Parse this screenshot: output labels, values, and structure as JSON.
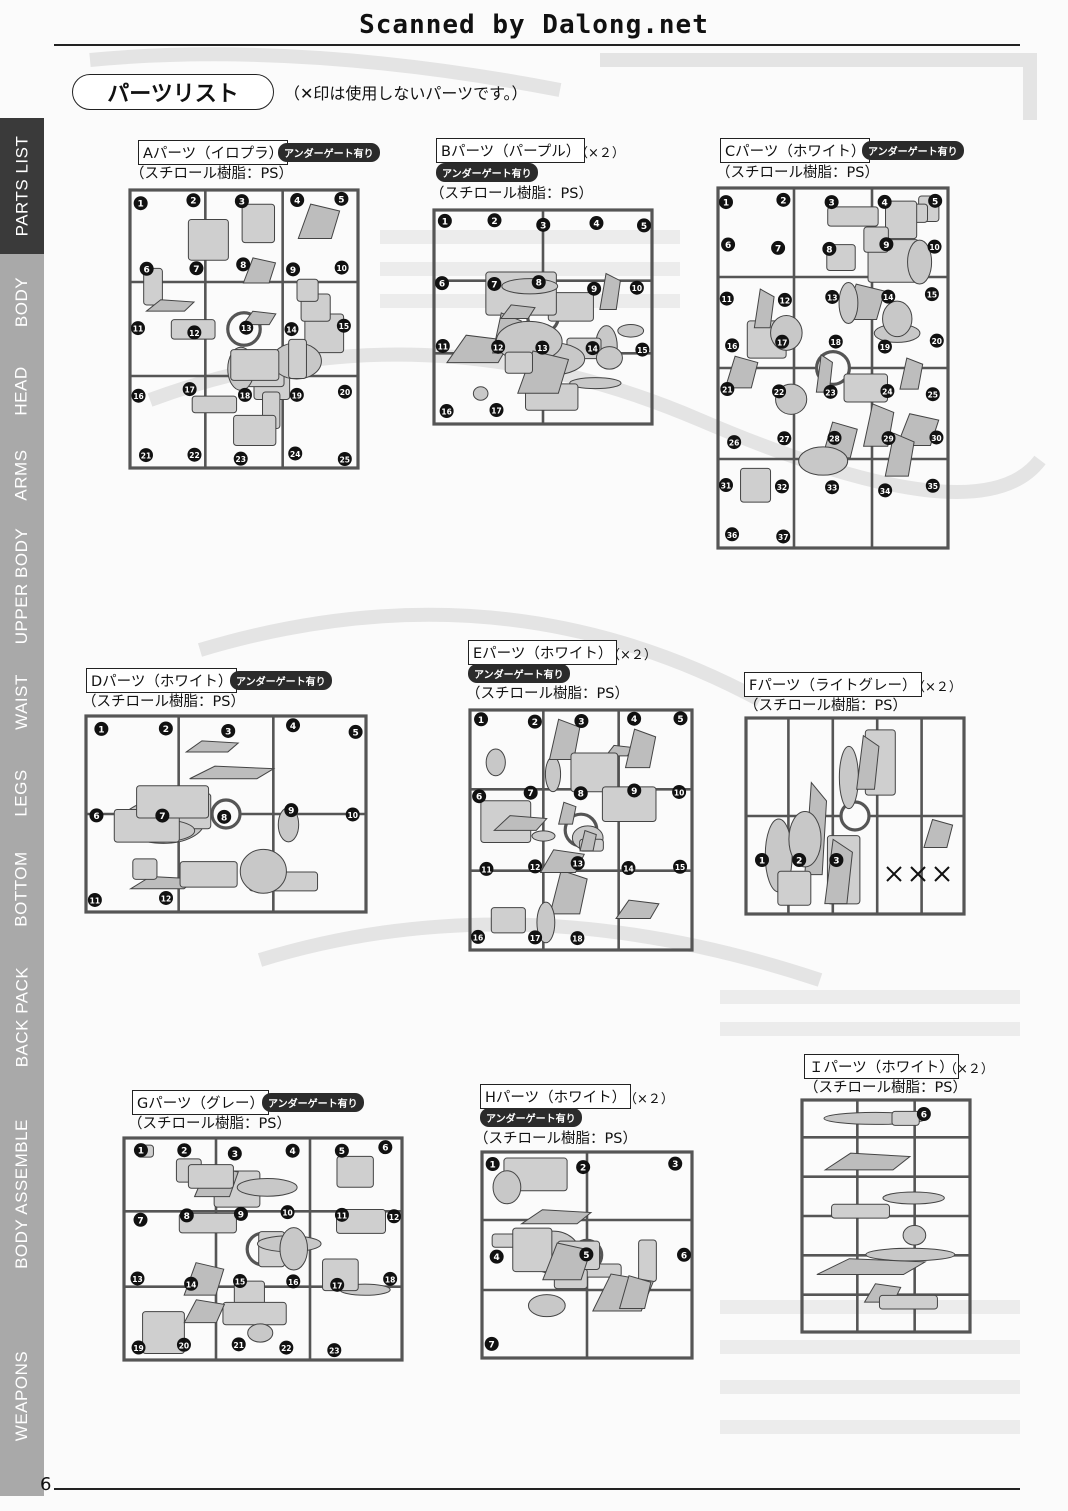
{
  "scan_credit": "Scanned by Dalong.net",
  "page_number": "6",
  "header": {
    "title": "パーツリスト",
    "note": "（✕印は使用しないパーツです。）"
  },
  "side_tabs": [
    {
      "label": "PARTS LIST",
      "active": true
    },
    {
      "label": "BODY"
    },
    {
      "label": "HEAD"
    },
    {
      "label": "ARMS"
    },
    {
      "label": "UPPER BODY"
    },
    {
      "label": "WAIST"
    },
    {
      "label": "LEGS"
    },
    {
      "label": "BOTTOM"
    },
    {
      "label": "BACK PACK"
    },
    {
      "label": "BODY ASSEMBLE"
    },
    {
      "label": "WEAPONS"
    }
  ],
  "underground_gate_badge": "アンダーゲート有り",
  "material_label": "（スチロール樹脂：PS）",
  "parts": [
    {
      "id": "A",
      "title": "Aパーツ（イロプラ）",
      "times": "",
      "numbers": [
        "1",
        "2",
        "3",
        "4",
        "5",
        "6",
        "7",
        "8",
        "9",
        "10",
        "11",
        "12",
        "13",
        "14",
        "15",
        "16",
        "17",
        "18",
        "19",
        "20",
        "21",
        "22",
        "23",
        "24",
        "25"
      ]
    },
    {
      "id": "B",
      "title": "Bパーツ（パープル）",
      "times": "（×２）",
      "numbers": [
        "1",
        "2",
        "3",
        "4",
        "5",
        "6",
        "7",
        "8",
        "9",
        "10",
        "11",
        "12",
        "13",
        "14",
        "15",
        "16",
        "17"
      ]
    },
    {
      "id": "C",
      "title": "Cパーツ（ホワイト）",
      "times": "",
      "numbers": [
        "1",
        "2",
        "3",
        "4",
        "5",
        "6",
        "7",
        "8",
        "9",
        "10",
        "11",
        "12",
        "13",
        "14",
        "15",
        "16",
        "17",
        "18",
        "19",
        "20",
        "21",
        "22",
        "23",
        "24",
        "25",
        "26",
        "27",
        "28",
        "29",
        "30",
        "31",
        "32",
        "33",
        "34",
        "35",
        "36",
        "37"
      ]
    },
    {
      "id": "D",
      "title": "Dパーツ（ホワイト）",
      "times": "",
      "numbers": [
        "1",
        "2",
        "3",
        "4",
        "5",
        "6",
        "7",
        "8",
        "9",
        "10",
        "11",
        "12"
      ]
    },
    {
      "id": "E",
      "title": "Eパーツ（ホワイト）",
      "times": "（×２）",
      "numbers": [
        "1",
        "2",
        "3",
        "4",
        "5",
        "6",
        "7",
        "8",
        "9",
        "10",
        "11",
        "12",
        "13",
        "14",
        "15",
        "16",
        "17",
        "18"
      ]
    },
    {
      "id": "F",
      "title": "Fパーツ（ライトグレー）",
      "times": "（×２）",
      "numbers": [
        "1",
        "2",
        "3"
      ]
    },
    {
      "id": "G",
      "title": "Gパーツ（グレー）",
      "times": "",
      "numbers": [
        "1",
        "2",
        "3",
        "4",
        "5",
        "6",
        "7",
        "8",
        "9",
        "10",
        "11",
        "12",
        "13",
        "14",
        "15",
        "16",
        "17",
        "18",
        "19",
        "20",
        "21",
        "22",
        "23"
      ]
    },
    {
      "id": "H",
      "title": "Hパーツ（ホワイト）",
      "times": "（×２）",
      "numbers": [
        "1",
        "2",
        "3",
        "4",
        "5",
        "6",
        "7"
      ]
    },
    {
      "id": "I",
      "title": "Ｉパーツ（ホワイト）",
      "times": "（×２）",
      "numbers": [
        "6"
      ]
    }
  ]
}
